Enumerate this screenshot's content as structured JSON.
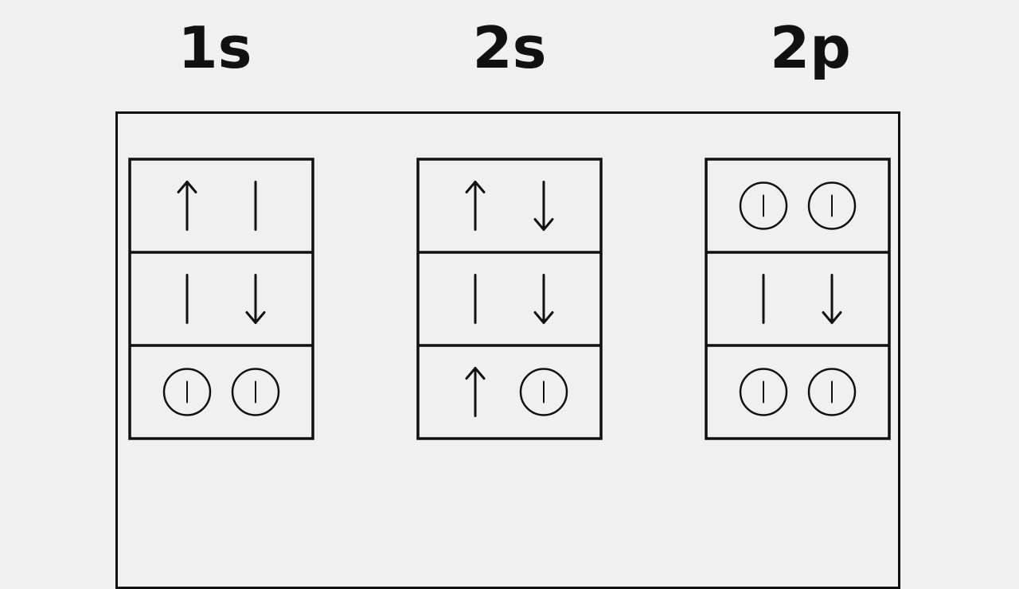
{
  "labels": {
    "col1": "1s",
    "col2": "2s",
    "col3": "2p"
  },
  "columns": [
    {
      "label": "1s",
      "rows": [
        [
          "up",
          "bar"
        ],
        [
          "bar",
          "down"
        ],
        [
          "circle",
          "circle"
        ]
      ]
    },
    {
      "label": "2s",
      "rows": [
        [
          "up",
          "down"
        ],
        [
          "bar",
          "down"
        ],
        [
          "up",
          "circle"
        ]
      ]
    },
    {
      "label": "2p",
      "rows": [
        [
          "circle",
          "circle"
        ],
        [
          "bar",
          "down"
        ],
        [
          "circle",
          "circle"
        ]
      ]
    }
  ],
  "colors": {
    "ink": "#111111",
    "background": "#f0f0f0"
  }
}
